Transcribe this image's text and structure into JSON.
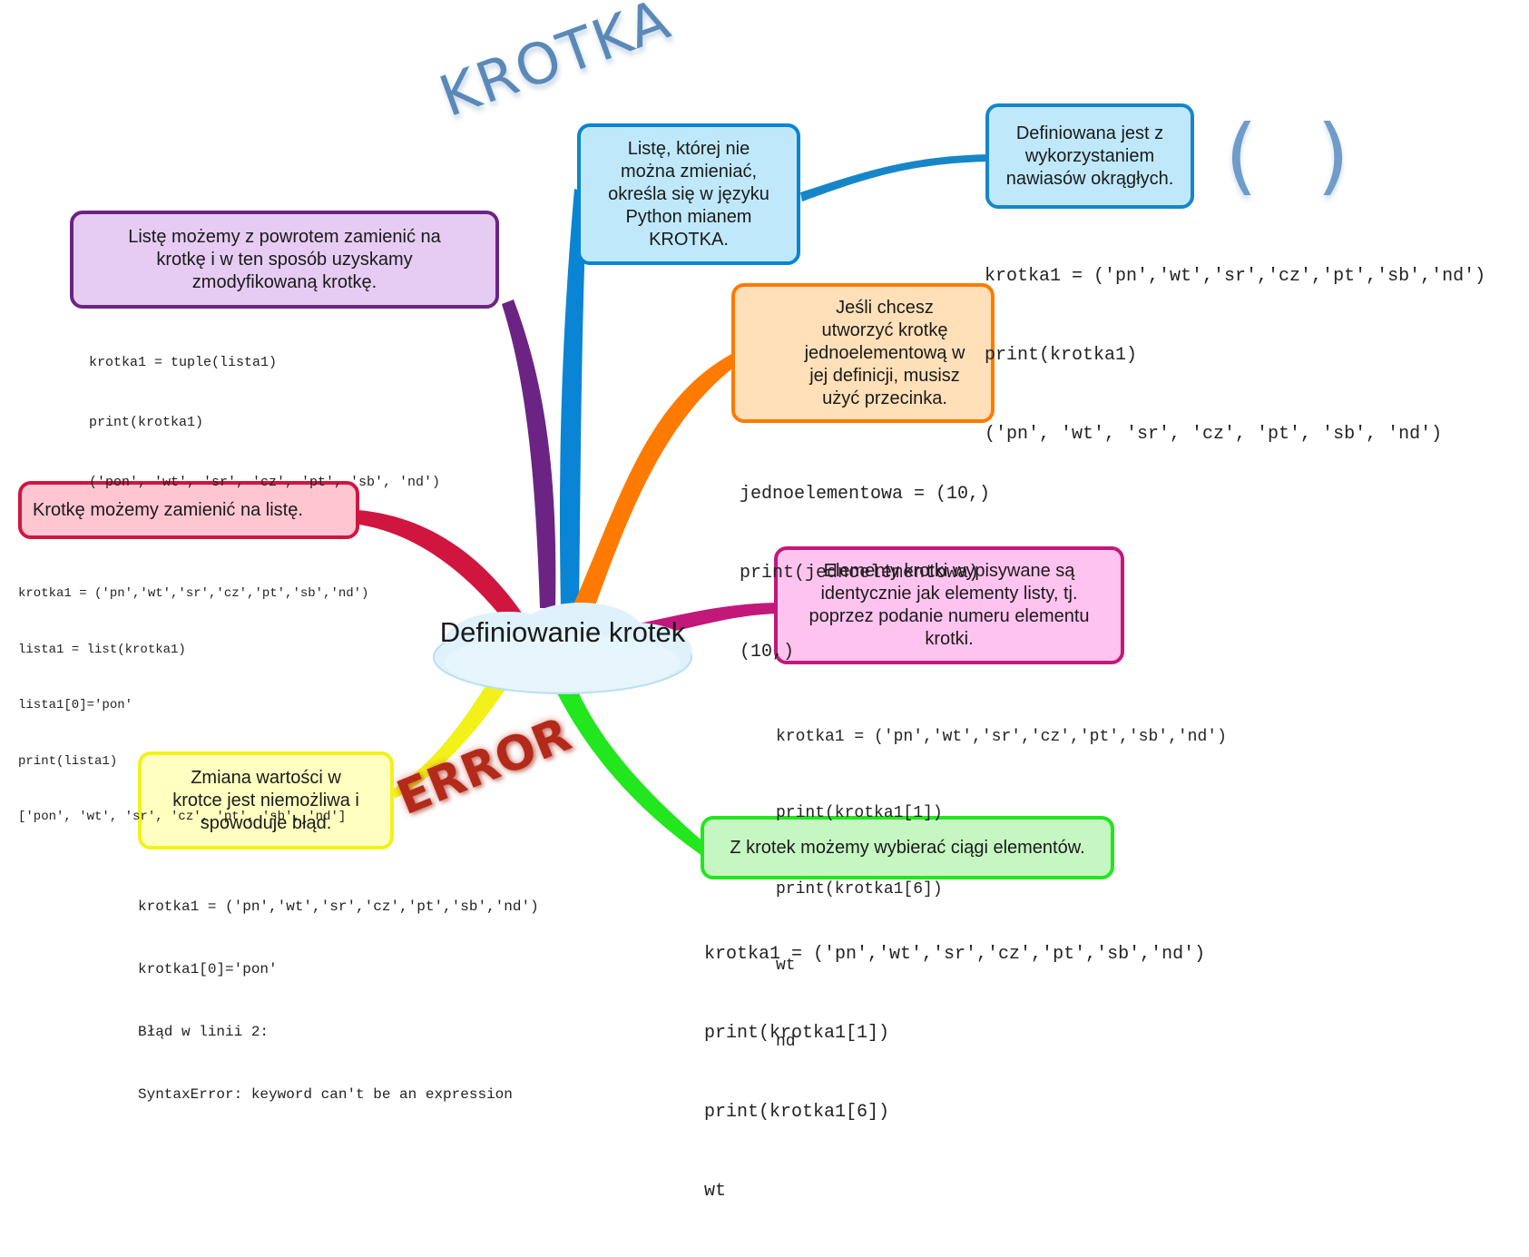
{
  "center": {
    "title": "Definiowanie krotek"
  },
  "decorations": {
    "krotka": "KROTKA",
    "parens": "( )",
    "error": "ERROR",
    "comma": ","
  },
  "topics": {
    "def": {
      "lines": [
        "Listę, której nie",
        "można zmieniać,",
        "określa się w języku",
        "Python mianem",
        "KROTKA."
      ]
    },
    "parens": {
      "lines": [
        "Definiowana jest z",
        "wykorzystaniem",
        "nawiasów okrągłych."
      ]
    },
    "single": {
      "lines": [
        "Jeśli chcesz",
        "utworzyć krotkę",
        "jednoelementową w",
        "jej definicji, musisz",
        "użyć przecinka."
      ]
    },
    "access": {
      "lines": [
        "Elementy krotki wypisywane są",
        "identycznie jak elementy listy, tj.",
        "poprzez podanie numeru elementu",
        "krotki."
      ]
    },
    "slice": {
      "lines": [
        "Z krotek możemy wybierać ciągi elementów."
      ]
    },
    "change": {
      "lines": [
        "Zmiana wartości w",
        "krotce jest niemożliwa i",
        "spowoduje błąd."
      ]
    },
    "tolist": {
      "lines": [
        "Krotkę możemy zamienić na listę."
      ]
    },
    "totuple": {
      "lines": [
        "Listę możemy z powrotem zamienić na",
        "krotkę i w ten sposób uzyskamy",
        "zmodyfikowaną krotkę."
      ]
    }
  },
  "code": {
    "parens": [
      "krotka1 = ('pn','wt','sr','cz','pt','sb','nd')",
      "print(krotka1)",
      "('pn', 'wt', 'sr', 'cz', 'pt', 'sb', 'nd')"
    ],
    "single": [
      "jednoelementowa = (10,)",
      "print(jednoelementowa)",
      "(10,)"
    ],
    "access": [
      "krotka1 = ('pn','wt','sr','cz','pt','sb','nd')",
      "print(krotka1[1])",
      "print(krotka1[6])",
      "wt",
      "nd"
    ],
    "slice": [
      "krotka1 = ('pn','wt','sr','cz','pt','sb','nd')",
      "print(krotka1[1])",
      "print(krotka1[6])",
      "wt"
    ],
    "change": [
      "krotka1 = ('pn','wt','sr','cz','pt','sb','nd')",
      "krotka1[0]='pon'",
      "Błąd w linii 2:",
      "SyntaxError: keyword can't be an expression"
    ],
    "tolist": [
      "krotka1 = ('pn','wt','sr','cz','pt','sb','nd')",
      "lista1 = list(krotka1)",
      "lista1[0]='pon'",
      "print(lista1)",
      "['pon', 'wt', 'sr', 'cz', 'pt', 'sb', 'nd']"
    ],
    "totuple": [
      "krotka1 = tuple(lista1)",
      "print(krotka1)",
      "('pon', 'wt', 'sr', 'cz', 'pt', 'sb', 'nd')"
    ]
  },
  "colors": {
    "blue": "#0a84d4",
    "skyblue": "#1686c8",
    "orange": "#ff7a00",
    "magenta": "#c2187a",
    "green": "#22e61e",
    "yellow": "#f2f21a",
    "crimson": "#d0163e",
    "purple": "#6b2484",
    "cloud": "#dff2fb"
  }
}
